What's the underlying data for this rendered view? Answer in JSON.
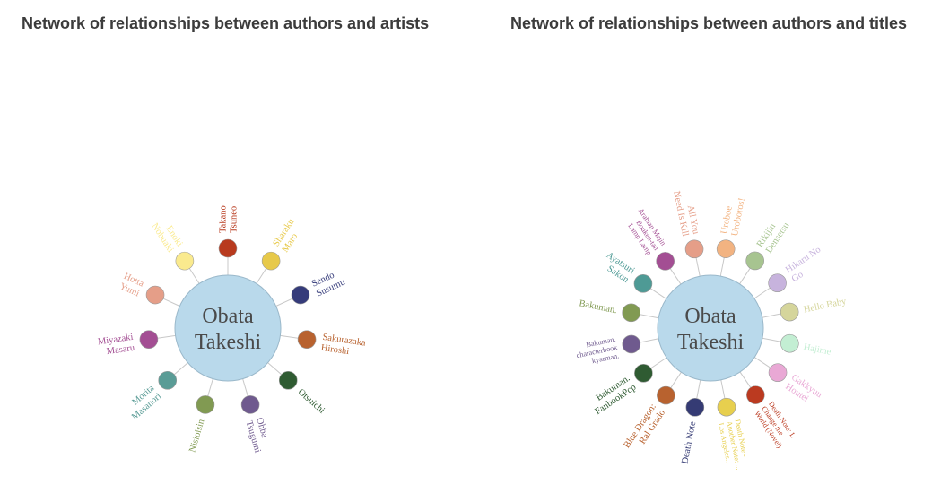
{
  "panels": [
    {
      "title": "Network of relationships between authors and artists",
      "center": {
        "lines": [
          "Obata",
          "Takeshi"
        ]
      },
      "nodes": [
        {
          "lines": [
            "Takano",
            "Tsuneo"
          ],
          "color": "#b83a1e"
        },
        {
          "lines": [
            "Sharaku",
            "Maro"
          ],
          "color": "#e7c94a"
        },
        {
          "lines": [
            "Sendo",
            "Susumu"
          ],
          "color": "#353b7a"
        },
        {
          "lines": [
            "Sakurazaka",
            "Hiroshi"
          ],
          "color": "#b8622f"
        },
        {
          "lines": [
            "Otsuichi"
          ],
          "color": "#2f5b32"
        },
        {
          "lines": [
            "Ohba",
            "Tsugumi"
          ],
          "color": "#6f5a8e"
        },
        {
          "lines": [
            "Nisioisin"
          ],
          "color": "#819a52"
        },
        {
          "lines": [
            "Morita",
            "Masanori"
          ],
          "color": "#5a9c96"
        },
        {
          "lines": [
            "Miyazaki",
            "Masaru"
          ],
          "color": "#a34e93"
        },
        {
          "lines": [
            "Hotta",
            "Yumi"
          ],
          "color": "#e59e88"
        },
        {
          "lines": [
            "Enoki",
            "Nobuaki"
          ],
          "color": "#faea8e"
        }
      ]
    },
    {
      "title": "Network of relationships between authors and titles",
      "center": {
        "lines": [
          "Obata",
          "Takeshi"
        ]
      },
      "nodes": [
        {
          "lines": [
            "Uroboe",
            "Uroboros!"
          ],
          "color": "#f2b381"
        },
        {
          "lines": [
            "Rikijin",
            "Densetsu"
          ],
          "color": "#a7c490"
        },
        {
          "lines": [
            "Hikaru No",
            "Go"
          ],
          "color": "#c7b3dd"
        },
        {
          "lines": [
            "Hello Baby"
          ],
          "color": "#d5d59b"
        },
        {
          "lines": [
            "Hajime"
          ],
          "color": "#c3eed3"
        },
        {
          "lines": [
            "Gakkyuu",
            "Houtei"
          ],
          "color": "#e9a8d5"
        },
        {
          "lines": [
            "Death Note: L",
            "Change the",
            "World (Novel)"
          ],
          "color": "#bb3a20"
        },
        {
          "lines": [
            "Death Note -",
            "Another Note: ...",
            "Los Angeles..."
          ],
          "color": "#e7cf4e"
        },
        {
          "lines": [
            "Death Note"
          ],
          "color": "#353b74"
        },
        {
          "lines": [
            "Blue Dragon:",
            "Ral Grado"
          ],
          "color": "#b8622f"
        },
        {
          "lines": [
            "Bakuman.",
            "FanbookPcp"
          ],
          "color": "#2f5b32"
        },
        {
          "lines": [
            "Bakuman.",
            "characterbook",
            "kyarman."
          ],
          "color": "#6f5a8e"
        },
        {
          "lines": [
            "Bakuman."
          ],
          "color": "#819a52"
        },
        {
          "lines": [
            "Ayatsuri",
            "Sakon"
          ],
          "color": "#4e9a95"
        },
        {
          "lines": [
            "Arabian Majin",
            "Bouken-tan",
            "Lamp Lamp"
          ],
          "color": "#a34e93"
        },
        {
          "lines": [
            "All You",
            "Need Is Kill"
          ],
          "color": "#e59e88"
        }
      ]
    }
  ]
}
